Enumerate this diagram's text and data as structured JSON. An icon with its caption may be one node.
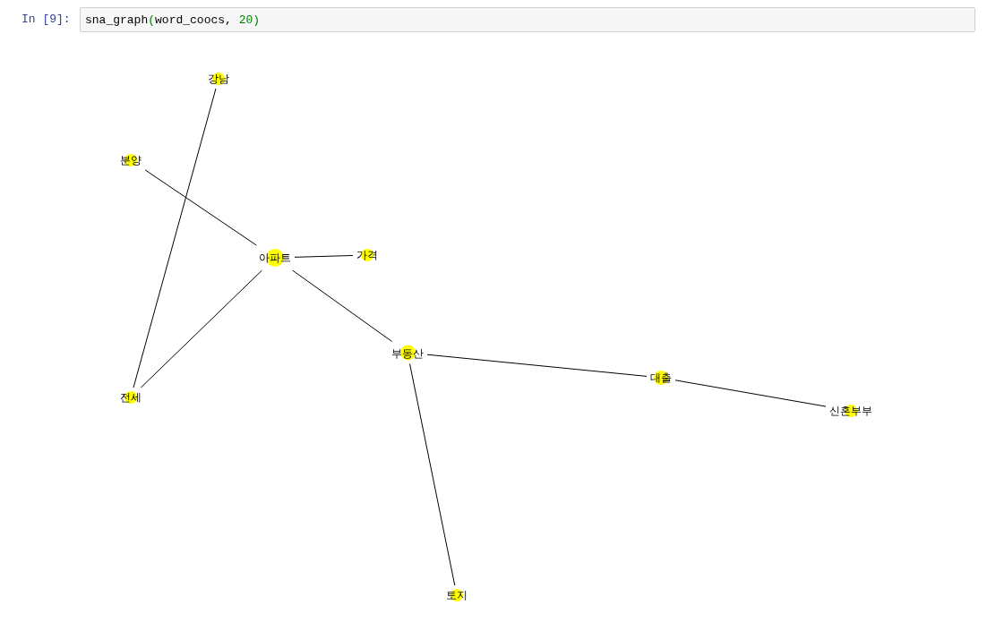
{
  "diagram": {
    "nodes": [
      {
        "text": [
          "강남"
        ]
      },
      {
        "text": [
          "분양"
        ]
      },
      {
        "text": [
          "아파트"
        ]
      },
      {
        "text": [
          "가격"
        ]
      },
      {
        "text": [
          "부동산"
        ]
      },
      {
        "text": [
          "대출"
        ]
      },
      {
        "text": [
          "전세"
        ]
      },
      {
        "text": [
          "신혼부부"
        ]
      },
      {
        "text": [
          "토지"
        ]
      }
    ],
    "edges": [
      {
        "from": 0,
        "to": 6,
        "arrow": "none"
      },
      {
        "from": 1,
        "to": 2,
        "arrow": "none"
      },
      {
        "from": 2,
        "to": 3,
        "arrow": "none"
      },
      {
        "from": 2,
        "to": 4,
        "arrow": "none"
      },
      {
        "from": 2,
        "to": 6,
        "arrow": "none"
      },
      {
        "from": 4,
        "to": 5,
        "arrow": "none"
      },
      {
        "from": 5,
        "to": 7,
        "arrow": "none"
      },
      {
        "from": 4,
        "to": 8,
        "arrow": "none"
      }
    ],
    "labels": [
      "In [9]:",
      "sna_graph(word_coocs, 20)"
    ]
  }
}
